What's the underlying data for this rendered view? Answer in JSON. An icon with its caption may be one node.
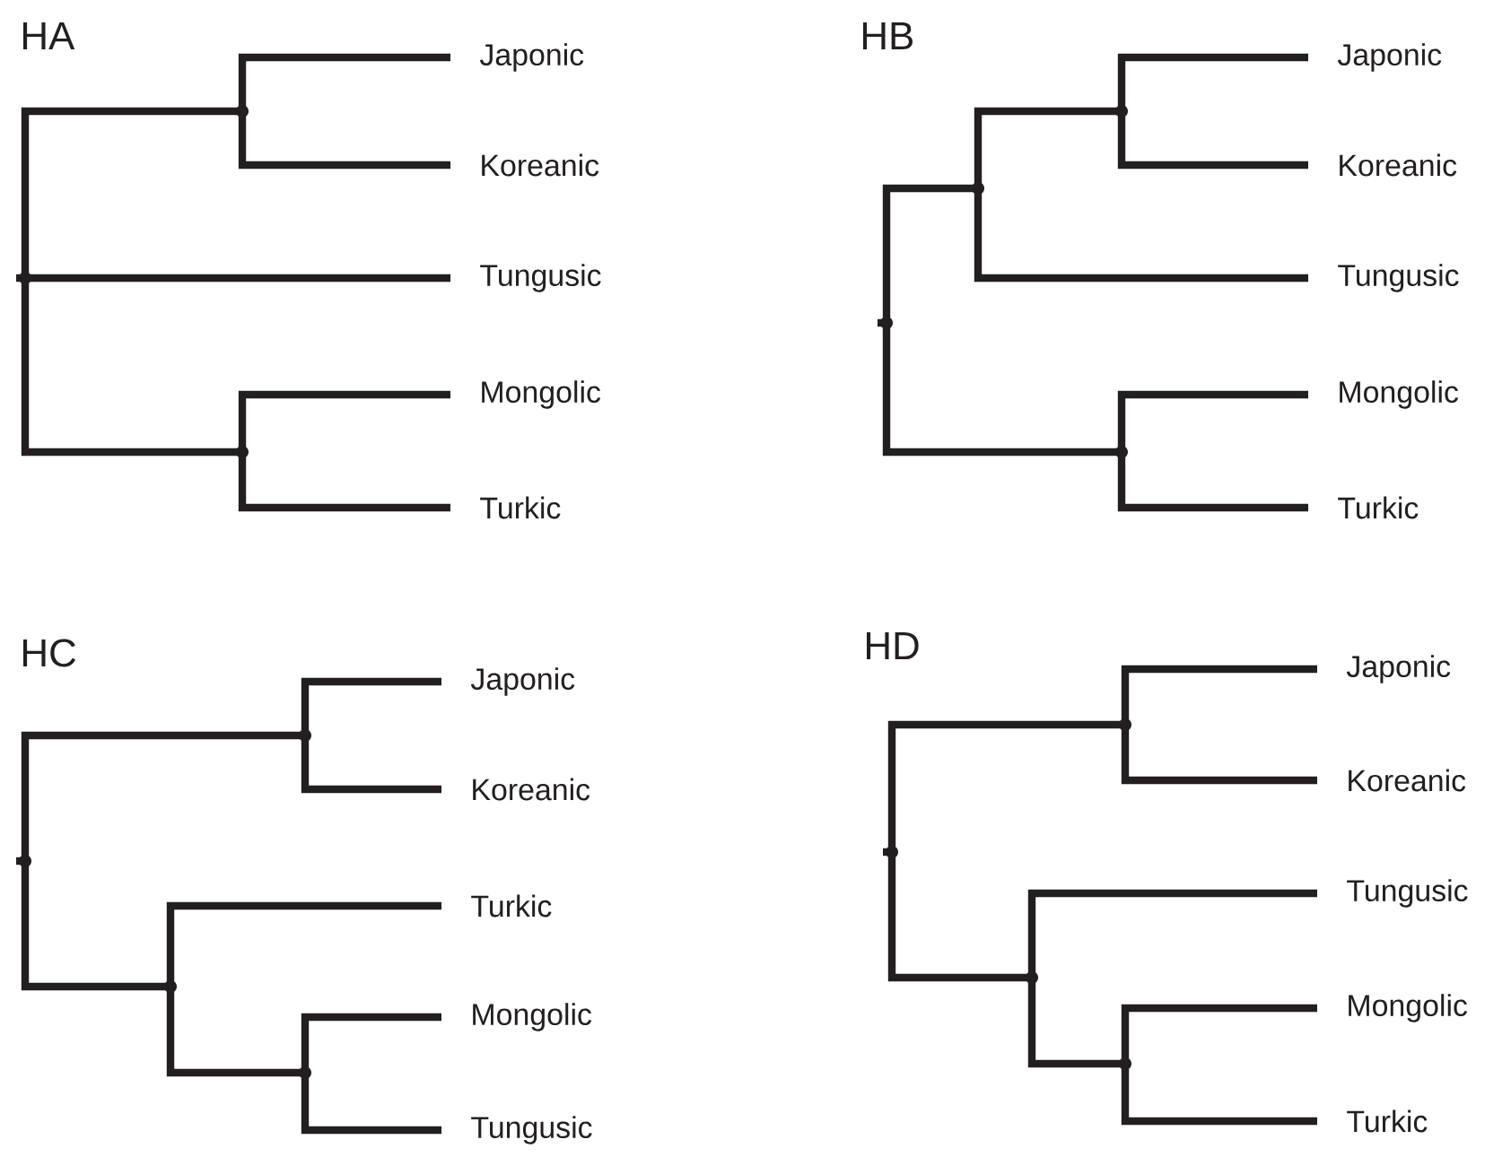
{
  "diagram": {
    "nodes": [
      {
        "text": [
          "Japonic"
        ]
      },
      {
        "text": [
          "Koreanic"
        ]
      },
      {
        "text": [
          "Tungusic"
        ]
      },
      {
        "text": [
          "Mongolic"
        ]
      },
      {
        "text": [
          "Turkic"
        ]
      },
      {
        "text": [],
        "shape": "point"
      },
      {
        "text": [],
        "shape": "point"
      },
      {
        "text": [],
        "shape": "point"
      },
      {
        "text": [
          "Japonic"
        ]
      },
      {
        "text": [
          "Koreanic"
        ]
      },
      {
        "text": [
          "Tungusic"
        ]
      },
      {
        "text": [
          "Mongolic"
        ]
      },
      {
        "text": [
          "Turkic"
        ]
      },
      {
        "text": [],
        "shape": "point"
      },
      {
        "text": [],
        "shape": "point"
      },
      {
        "text": [],
        "shape": "point"
      },
      {
        "text": [],
        "shape": "point"
      },
      {
        "text": [
          "Japonic"
        ]
      },
      {
        "text": [
          "Koreanic"
        ]
      },
      {
        "text": [
          "Turkic"
        ]
      },
      {
        "text": [
          "Mongolic"
        ]
      },
      {
        "text": [
          "Tungusic"
        ]
      },
      {
        "text": [],
        "shape": "point"
      },
      {
        "text": [],
        "shape": "point"
      },
      {
        "text": [],
        "shape": "point"
      },
      {
        "text": [],
        "shape": "point"
      },
      {
        "text": [
          "Japonic"
        ]
      },
      {
        "text": [
          "Koreanic"
        ]
      },
      {
        "text": [
          "Tungusic"
        ]
      },
      {
        "text": [
          "Mongolic"
        ]
      },
      {
        "text": [
          "Turkic"
        ]
      },
      {
        "text": [],
        "shape": "point"
      },
      {
        "text": [],
        "shape": "point"
      },
      {
        "text": [],
        "shape": "point"
      },
      {
        "text": [],
        "shape": "point"
      }
    ],
    "edges": [
      {
        "from": null,
        "to": 5,
        "arrow": "none"
      },
      {
        "from": 5,
        "to": 6,
        "arrow": "none"
      },
      {
        "from": 5,
        "to": 2,
        "arrow": "none"
      },
      {
        "from": 5,
        "to": 7,
        "arrow": "none"
      },
      {
        "from": 6,
        "to": 0,
        "arrow": "none"
      },
      {
        "from": 6,
        "to": 1,
        "arrow": "none"
      },
      {
        "from": 7,
        "to": 3,
        "arrow": "none"
      },
      {
        "from": 7,
        "to": 4,
        "arrow": "none"
      },
      {
        "from": null,
        "to": 13,
        "arrow": "none"
      },
      {
        "from": 13,
        "to": 14,
        "arrow": "none"
      },
      {
        "from": 13,
        "to": 16,
        "arrow": "none"
      },
      {
        "from": 14,
        "to": 15,
        "arrow": "none"
      },
      {
        "from": 14,
        "to": 10,
        "arrow": "none"
      },
      {
        "from": 15,
        "to": 8,
        "arrow": "none"
      },
      {
        "from": 15,
        "to": 9,
        "arrow": "none"
      },
      {
        "from": 16,
        "to": 11,
        "arrow": "none"
      },
      {
        "from": 16,
        "to": 12,
        "arrow": "none"
      },
      {
        "from": null,
        "to": 22,
        "arrow": "none"
      },
      {
        "from": 22,
        "to": 23,
        "arrow": "none"
      },
      {
        "from": 22,
        "to": 24,
        "arrow": "none"
      },
      {
        "from": 23,
        "to": 17,
        "arrow": "none"
      },
      {
        "from": 23,
        "to": 18,
        "arrow": "none"
      },
      {
        "from": 24,
        "to": 19,
        "arrow": "none"
      },
      {
        "from": 24,
        "to": 25,
        "arrow": "none"
      },
      {
        "from": 25,
        "to": 20,
        "arrow": "none"
      },
      {
        "from": 25,
        "to": 21,
        "arrow": "none"
      },
      {
        "from": null,
        "to": 31,
        "arrow": "none"
      },
      {
        "from": 31,
        "to": 32,
        "arrow": "none"
      },
      {
        "from": 31,
        "to": 33,
        "arrow": "none"
      },
      {
        "from": 32,
        "to": 26,
        "arrow": "none"
      },
      {
        "from": 32,
        "to": 27,
        "arrow": "none"
      },
      {
        "from": 33,
        "to": 28,
        "arrow": "none"
      },
      {
        "from": 33,
        "to": 34,
        "arrow": "none"
      },
      {
        "from": 34,
        "to": 29,
        "arrow": "none"
      },
      {
        "from": 34,
        "to": 30,
        "arrow": "none"
      }
    ],
    "labels": [
      "HA",
      "HB",
      "HC",
      "HD"
    ]
  }
}
